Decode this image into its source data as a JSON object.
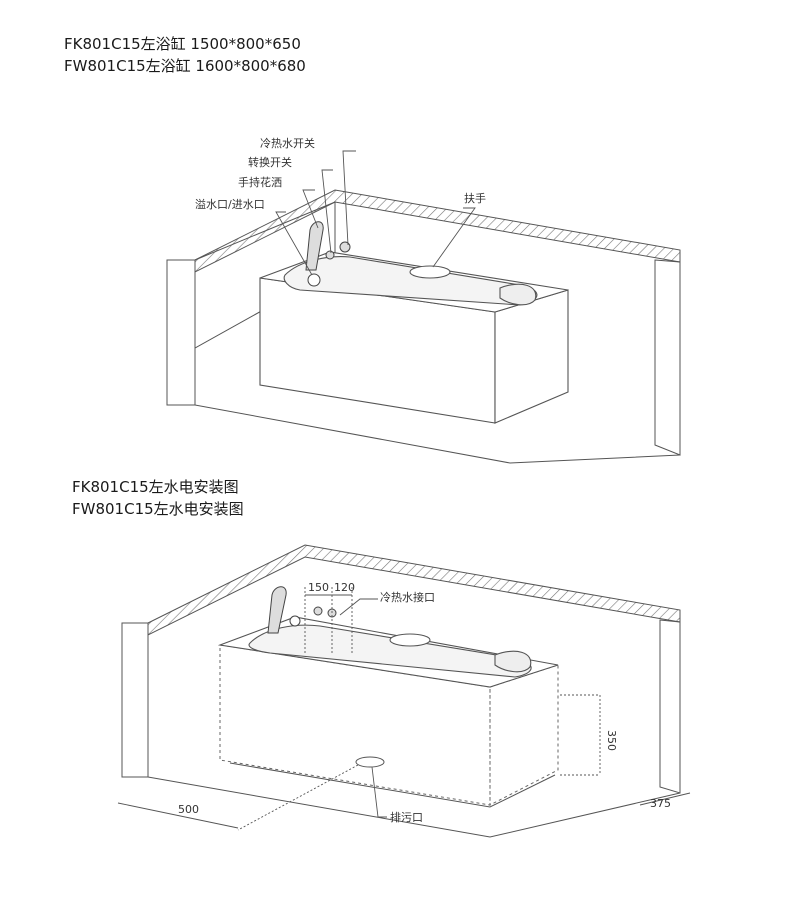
{
  "header": {
    "specs": [
      "FK801C15左浴缸 1500*800*650",
      "FW801C15左浴缸 1600*800*680"
    ]
  },
  "top_diagram": {
    "callouts": {
      "water_switch": "冷热水开关",
      "diverter": "转换开关",
      "handheld_shower": "手持花洒",
      "overflow_inlet": "溢水口/进水口",
      "handrail": "扶手"
    }
  },
  "installation": {
    "titles": [
      "FK801C15左水电安装图",
      "FW801C15左水电安装图"
    ]
  },
  "bottom_diagram": {
    "callouts": {
      "water_connection": "冷热水接口",
      "drain": "排污口"
    },
    "dimensions": {
      "spacing_a": "150",
      "spacing_b": "120",
      "height": "350",
      "offset_x": "500",
      "offset_depth": "375"
    }
  },
  "colors": {
    "line": "#555555",
    "hatch": "#777777",
    "background": "#ffffff"
  }
}
